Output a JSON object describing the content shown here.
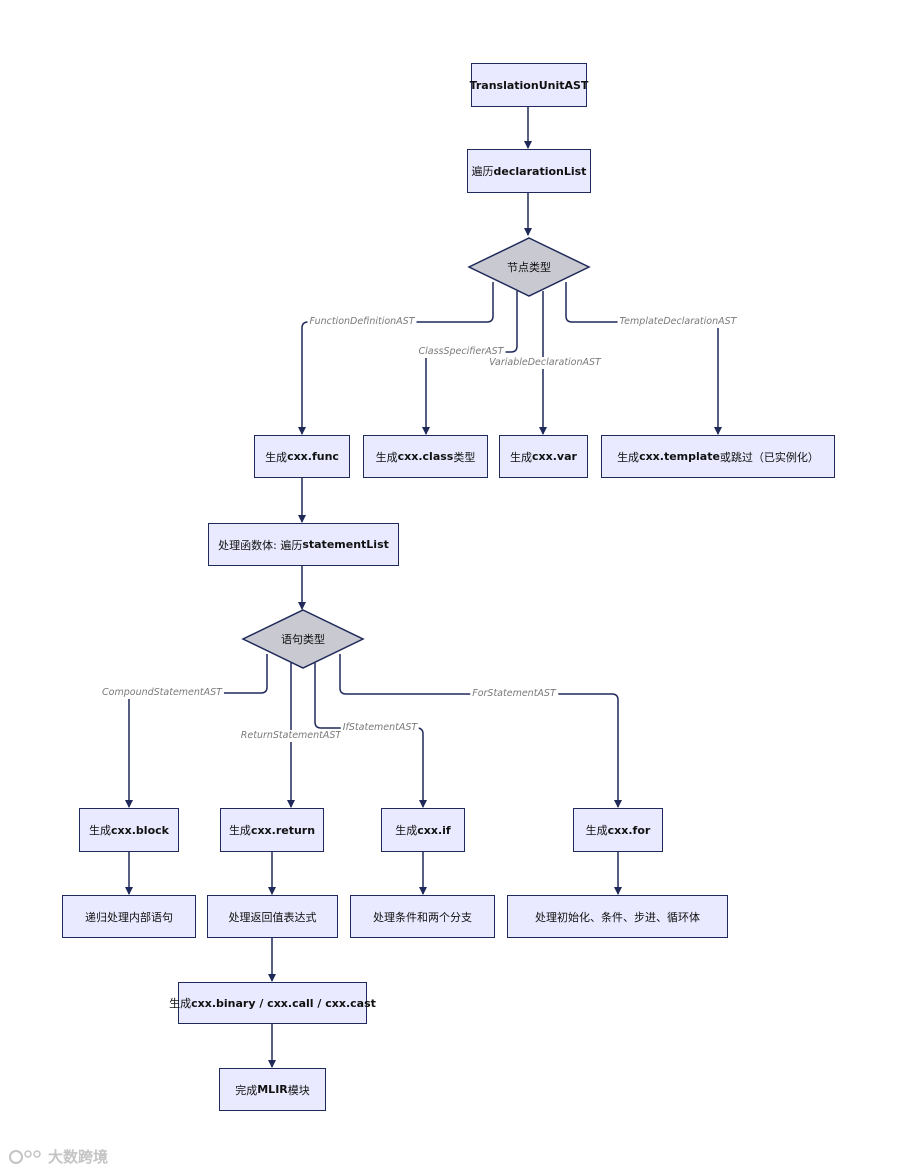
{
  "nodes": {
    "root": {
      "pre": "",
      "bold": "TranslationUnitAST",
      "post": ""
    },
    "traverse_decl": {
      "pre": "遍历 ",
      "bold": "declarationList",
      "post": ""
    },
    "node_type": "节点类型",
    "gen_func": {
      "pre": "生成 ",
      "bold": "cxx.func",
      "post": ""
    },
    "gen_class": {
      "pre": "生成 ",
      "bold": "cxx.class",
      "post": " 类型"
    },
    "gen_var": {
      "pre": "生成 ",
      "bold": "cxx.var",
      "post": ""
    },
    "gen_template": {
      "pre": "生成 ",
      "bold": "cxx.template",
      "post": " 或跳过（已实例化）"
    },
    "func_body": {
      "pre": "处理函数体: 遍历 ",
      "bold": "statementList",
      "post": ""
    },
    "stmt_type": "语句类型",
    "gen_block": {
      "pre": "生成 ",
      "bold": "cxx.block",
      "post": ""
    },
    "gen_return": {
      "pre": "生成 ",
      "bold": "cxx.return",
      "post": ""
    },
    "gen_if": {
      "pre": "生成 ",
      "bold": "cxx.if",
      "post": ""
    },
    "gen_for": {
      "pre": "生成 ",
      "bold": "cxx.for",
      "post": ""
    },
    "block_body": "递归处理内部语句",
    "return_expr": "处理返回值表达式",
    "if_body": "处理条件和两个分支",
    "for_body": "处理初始化、条件、步进、循环体",
    "gen_expr": {
      "pre": "生成 ",
      "bold": "cxx.binary / cxx.call / cxx.cast",
      "post": ""
    },
    "done": {
      "pre": "完成 ",
      "bold": "MLIR",
      "post": " 模块"
    }
  },
  "edge_labels": {
    "function_def": "FunctionDefinitionAST",
    "class_spec": "ClassSpecifierAST",
    "variable_decl": "VariableDeclarationAST",
    "template_decl": "TemplateDeclarationAST",
    "compound_stmt": "CompoundStatementAST",
    "return_stmt": "ReturnStatementAST",
    "if_stmt": "IfStatementAST",
    "for_stmt": "ForStatementAST"
  },
  "watermark": "大数跨境",
  "colors": {
    "node_fill": "#e9eaff",
    "node_border": "#1f2a5a",
    "decision_fill": "#c9c9d2",
    "edge": "#1f2a5a",
    "edge_label": "#7a7a7a"
  }
}
